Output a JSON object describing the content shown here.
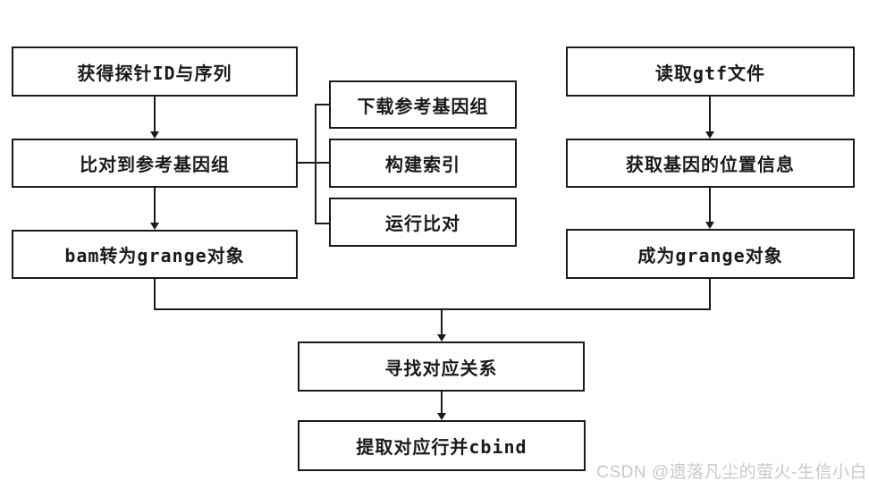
{
  "colors": {
    "background": "#ffffff",
    "box_border": "#1a1a1a",
    "box_fill": "#ffffff",
    "text": "#1a1a1a",
    "watermark": "#c9c9c9"
  },
  "nodes": {
    "left": [
      {
        "label": "获得探针ID与序列"
      },
      {
        "label": "比对到参考基因组"
      },
      {
        "label": "bam转为grange对象"
      }
    ],
    "middle": [
      {
        "label": "下载参考基因组"
      },
      {
        "label": "构建索引"
      },
      {
        "label": "运行比对"
      }
    ],
    "right": [
      {
        "label": "读取gtf文件"
      },
      {
        "label": "获取基因的位置信息"
      },
      {
        "label": "成为grange对象"
      }
    ],
    "bottom": [
      {
        "label": "寻找对应关系"
      },
      {
        "label": "提取对应行并cbind"
      }
    ]
  },
  "watermark": {
    "text": "CSDN @遗落凡尘的萤火-生信小白"
  }
}
